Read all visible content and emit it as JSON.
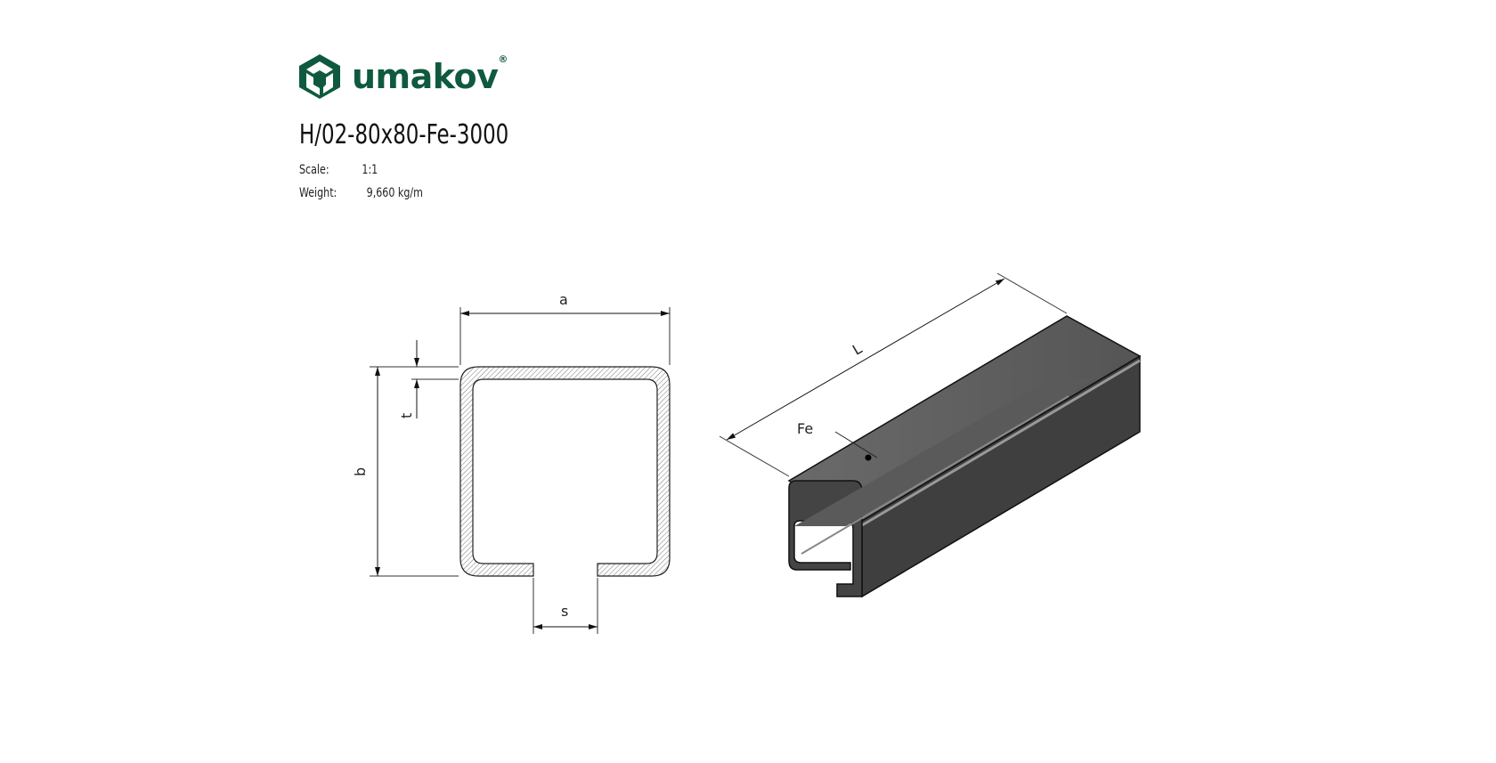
{
  "brand": {
    "name": "umakov",
    "registered_mark": "®",
    "color": "#0f5a3e"
  },
  "title": "H/02-80x80-Fe-3000",
  "meta": [
    {
      "label": "Scale:",
      "value": "1:1"
    },
    {
      "label": "Weight:",
      "value": "9,660 kg/m"
    }
  ],
  "dimensions": {
    "a": "a",
    "b": "b",
    "t": "t",
    "s": "s",
    "L": "L"
  },
  "material": "Fe"
}
